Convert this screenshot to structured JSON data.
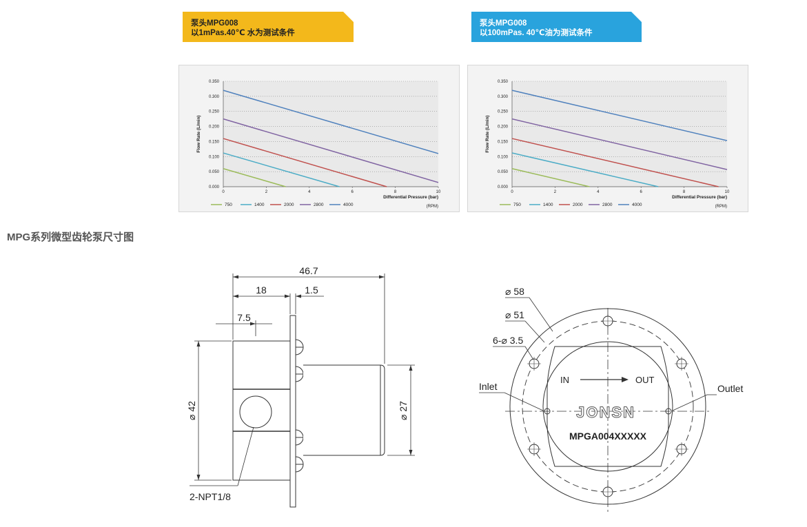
{
  "banners": [
    {
      "line1": "泵头MPG008",
      "line2": "以1mPas.40℃ 水为测试条件",
      "color": "#f3b81b"
    },
    {
      "line1": "泵头MPG008",
      "line2": "以100mPas. 40℃油为测试条件",
      "color": "#29a3dd"
    }
  ],
  "chart_data": [
    {
      "type": "line",
      "title": "",
      "xlabel": "Differential Pressure (bar)",
      "ylabel": "Flow Rate   (L/min)",
      "xlim": [
        0,
        10
      ],
      "ylim": [
        0,
        0.35
      ],
      "x_ticks": [
        "0",
        "2",
        "4",
        "6",
        "8",
        "10"
      ],
      "y_ticks": [
        "0.000",
        "0.050",
        "0.100",
        "0.150",
        "0.200",
        "0.250",
        "0.300",
        "0.350"
      ],
      "grid": true,
      "legend_unit": "(RPM)",
      "legend_position": "bottom",
      "series": [
        {
          "name": "750",
          "color": "#9bbb59",
          "x": [
            0,
            2.9
          ],
          "y": [
            0.06,
            0.0
          ]
        },
        {
          "name": "1400",
          "color": "#4bacc6",
          "x": [
            0,
            5.4
          ],
          "y": [
            0.112,
            0.0
          ]
        },
        {
          "name": "2000",
          "color": "#c0504d",
          "x": [
            0,
            7.6
          ],
          "y": [
            0.16,
            0.0
          ]
        },
        {
          "name": "2800",
          "color": "#8064a2",
          "x": [
            0,
            10
          ],
          "y": [
            0.225,
            0.014
          ]
        },
        {
          "name": "4000",
          "color": "#4f81bd",
          "x": [
            0,
            10
          ],
          "y": [
            0.32,
            0.11
          ]
        }
      ]
    },
    {
      "type": "line",
      "title": "",
      "xlabel": "Differential Pressure (bar)",
      "ylabel": "Flow Rate   (L/min)",
      "xlim": [
        0,
        10
      ],
      "ylim": [
        0,
        0.35
      ],
      "x_ticks": [
        "0",
        "2",
        "4",
        "6",
        "8",
        "10"
      ],
      "y_ticks": [
        "0.000",
        "0.050",
        "0.100",
        "0.150",
        "0.200",
        "0.250",
        "0.300",
        "0.350"
      ],
      "grid": true,
      "legend_unit": "(RPM)",
      "legend_position": "bottom",
      "series": [
        {
          "name": "750",
          "color": "#9bbb59",
          "x": [
            0,
            3.6
          ],
          "y": [
            0.06,
            0.0
          ]
        },
        {
          "name": "1400",
          "color": "#4bacc6",
          "x": [
            0,
            6.8
          ],
          "y": [
            0.112,
            0.0
          ]
        },
        {
          "name": "2000",
          "color": "#c0504d",
          "x": [
            0,
            9.6
          ],
          "y": [
            0.16,
            0.0
          ]
        },
        {
          "name": "2800",
          "color": "#8064a2",
          "x": [
            0,
            10
          ],
          "y": [
            0.225,
            0.057
          ]
        },
        {
          "name": "4000",
          "color": "#4f81bd",
          "x": [
            0,
            10
          ],
          "y": [
            0.32,
            0.153
          ]
        }
      ]
    }
  ],
  "section_title": "MPG系列微型齿轮泵尺寸图",
  "side_view": {
    "dim_total": "46.7",
    "dim_body": "18",
    "dim_flange": "1.5",
    "dim_port": "7.5",
    "dim_height": "⌀ 42",
    "dim_shaft": "⌀ 27",
    "port_label": "2-NPT1/8"
  },
  "front_view": {
    "dia_outer": "⌀ 58",
    "dia_bolt": "⌀ 51",
    "holes": "6-⌀ 3.5",
    "inlet": "Inlet",
    "outlet": "Outlet",
    "in_text": "IN",
    "out_text": "OUT",
    "brand": "JONSN",
    "model": "MPGA004XXXXX"
  }
}
